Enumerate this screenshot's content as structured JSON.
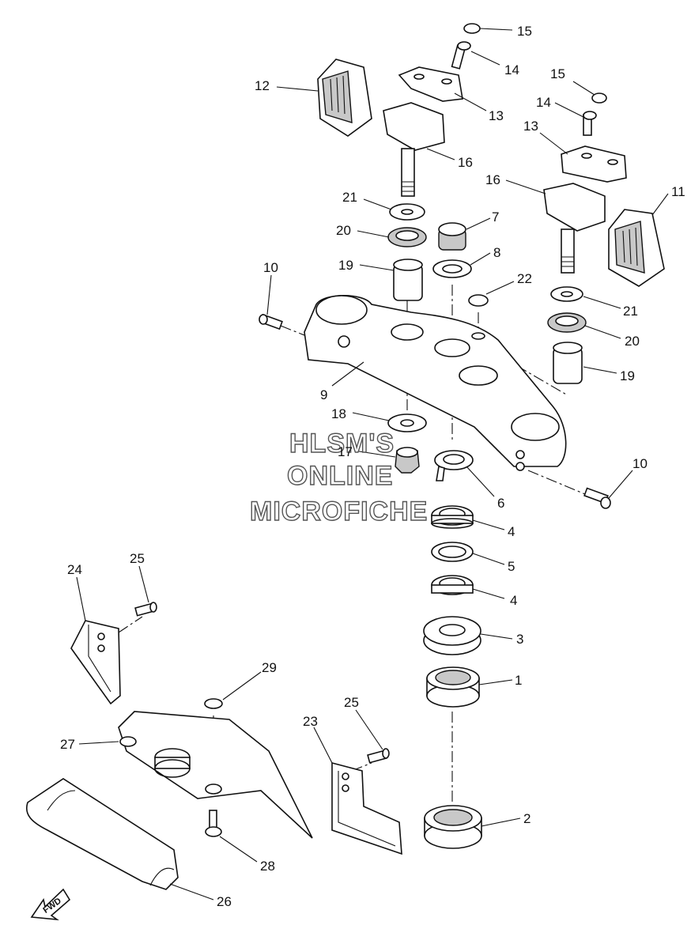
{
  "diagram": {
    "watermark": [
      "HLSM'S",
      "ONLINE",
      "MICROFICHE"
    ],
    "fwd_label": "FWD",
    "callouts": [
      {
        "id": "c15a",
        "label": "15"
      },
      {
        "id": "c14a",
        "label": "14"
      },
      {
        "id": "c12",
        "label": "12"
      },
      {
        "id": "c13a",
        "label": "13"
      },
      {
        "id": "c15b",
        "label": "15"
      },
      {
        "id": "c14b",
        "label": "14"
      },
      {
        "id": "c13b",
        "label": "13"
      },
      {
        "id": "c16a",
        "label": "16"
      },
      {
        "id": "c16b",
        "label": "16"
      },
      {
        "id": "c11",
        "label": "11"
      },
      {
        "id": "c21a",
        "label": "21"
      },
      {
        "id": "c7",
        "label": "7"
      },
      {
        "id": "c20a",
        "label": "20"
      },
      {
        "id": "c8",
        "label": "8"
      },
      {
        "id": "c19a",
        "label": "19"
      },
      {
        "id": "c22",
        "label": "22"
      },
      {
        "id": "c10a",
        "label": "10"
      },
      {
        "id": "c21b",
        "label": "21"
      },
      {
        "id": "c20b",
        "label": "20"
      },
      {
        "id": "c19b",
        "label": "19"
      },
      {
        "id": "c9",
        "label": "9"
      },
      {
        "id": "c18",
        "label": "18"
      },
      {
        "id": "c17",
        "label": "17"
      },
      {
        "id": "c10b",
        "label": "10"
      },
      {
        "id": "c6",
        "label": "6"
      },
      {
        "id": "c4a",
        "label": "4"
      },
      {
        "id": "c5",
        "label": "5"
      },
      {
        "id": "c4b",
        "label": "4"
      },
      {
        "id": "c24",
        "label": "24"
      },
      {
        "id": "c25a",
        "label": "25"
      },
      {
        "id": "c3",
        "label": "3"
      },
      {
        "id": "c1",
        "label": "1"
      },
      {
        "id": "c29",
        "label": "29"
      },
      {
        "id": "c27",
        "label": "27"
      },
      {
        "id": "c23",
        "label": "23"
      },
      {
        "id": "c25b",
        "label": "25"
      },
      {
        "id": "c2",
        "label": "2"
      },
      {
        "id": "c28",
        "label": "28"
      },
      {
        "id": "c26",
        "label": "26"
      }
    ]
  }
}
